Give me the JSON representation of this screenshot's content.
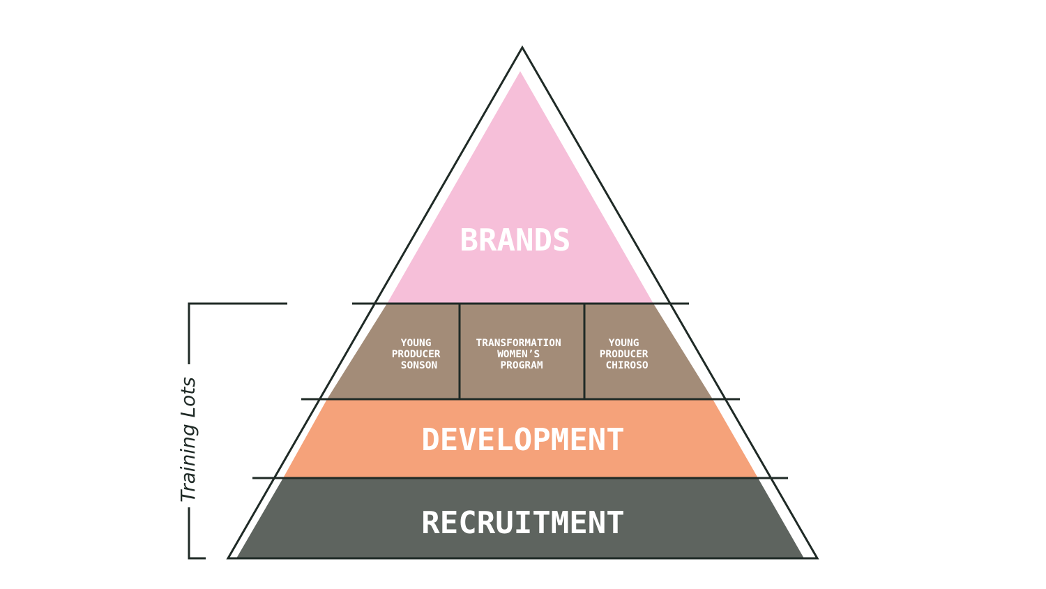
{
  "levels": {
    "top": {
      "label": "BRANDS",
      "color": "#f6bfd9"
    },
    "middle": {
      "color": "#a38c78",
      "cells": [
        {
          "lines": [
            "YOUNG",
            "PRODUCER",
            "SONSON"
          ]
        },
        {
          "lines": [
            "TRANSFORMATION",
            "WOMEN’S",
            "PROGRAM"
          ]
        },
        {
          "lines": [
            "YOUNG",
            "PRODUCER",
            "CHIROSO"
          ]
        }
      ]
    },
    "development": {
      "label": "DEVELOPMENT",
      "color": "#f5a27a"
    },
    "recruitment": {
      "label": "RECRUITMENT",
      "color": "#5e645f"
    }
  },
  "bracket": {
    "label": "Training Lots"
  },
  "colors": {
    "outline": "#1f2a26",
    "text": "#ffffff"
  }
}
